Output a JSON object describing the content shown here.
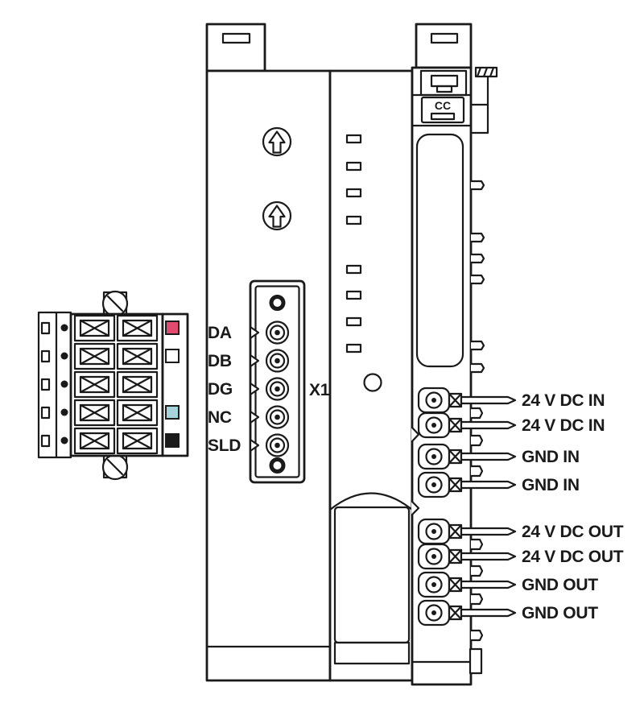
{
  "x1_connector": {
    "pin_labels": [
      "DA",
      "DB",
      "DG",
      "NC",
      "SLD"
    ],
    "label": "X1"
  },
  "coupler": {
    "code": "CC"
  },
  "terminals": [
    "24 V DC IN",
    "24 V DC IN",
    "GND IN",
    "GND IN",
    "24 V DC OUT",
    "24 V DC OUT",
    "GND OUT",
    "GND OUT"
  ],
  "wire_color_markers": [
    "#e34a6f",
    "#ffffff",
    "#a6d4dd",
    "#1a1a1a"
  ]
}
